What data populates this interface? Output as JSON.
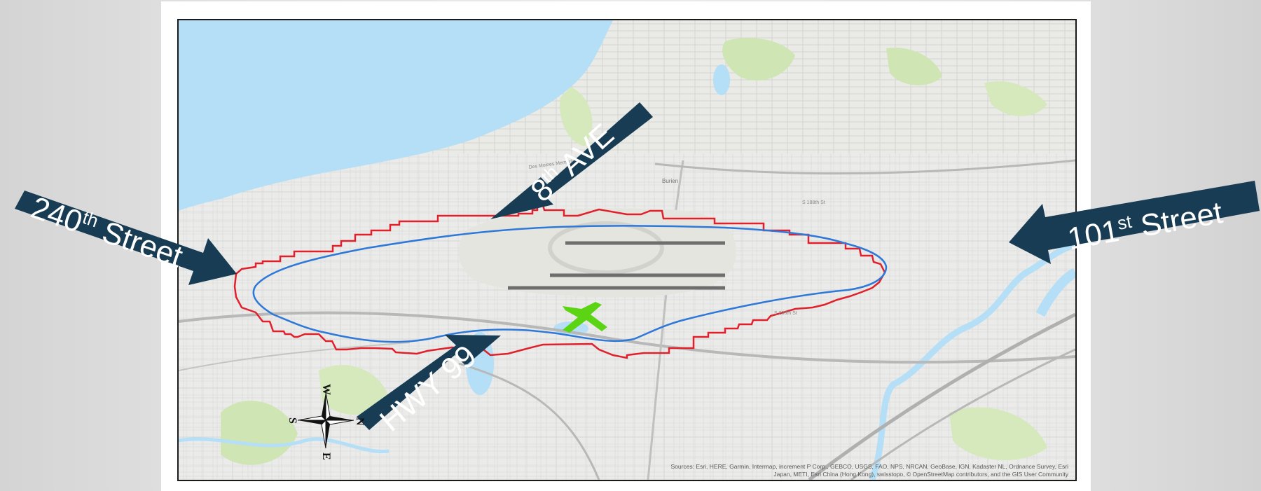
{
  "map": {
    "attribution_line1": "Sources: Esri, HERE, Garmin, Intermap, increment P Corp., GEBCO, USGS, FAO, NPS, NRCAN, GeoBase, IGN, Kadaster NL, Ordnance Survey, Esri",
    "attribution_line2": "Japan, METI, Esri China (Hong Kong), swisstopo, © OpenStreetMap contributors, and the GIS User Community",
    "colors": {
      "water": "#b4dff6",
      "land": "#eef0e6",
      "boundary_red": "#e0202a",
      "contour_blue": "#2e78d8",
      "runway": "#6e6e6e",
      "aircraft_green": "#5bd414",
      "callout_arrow": "#173c53"
    },
    "place_labels": {
      "burien": "Burien",
      "des_moines_memorial": "Des Moines Memorial Dr S",
      "s_200th": "S 200th St",
      "s_188th": "S 188th St"
    }
  },
  "callouts": {
    "street_240": {
      "main": "240",
      "sup": "th",
      "rest": " Street"
    },
    "ave_8": {
      "main": "8",
      "sup": "th",
      "rest": " AVE"
    },
    "street_101": {
      "main": "101",
      "sup": "st",
      "rest": " Street"
    },
    "hwy_99": {
      "text": "HWY 99"
    }
  },
  "compass": {
    "n": "N",
    "s": "S",
    "e": "E",
    "w": "W",
    "icon": "compass-rose-icon"
  }
}
